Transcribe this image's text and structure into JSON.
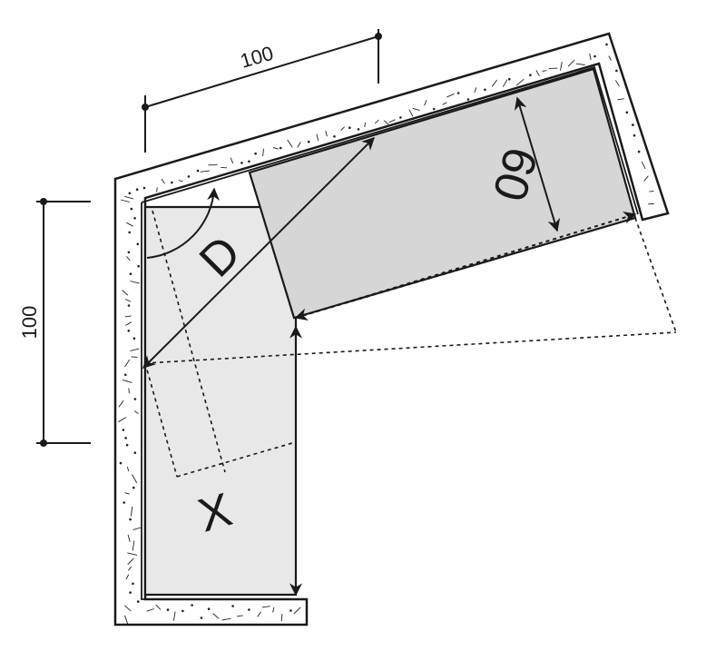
{
  "labels": {
    "top_dimension": "100",
    "left_dimension": "100",
    "counter_depth": "60",
    "diagonal": "D",
    "offset": "X"
  }
}
